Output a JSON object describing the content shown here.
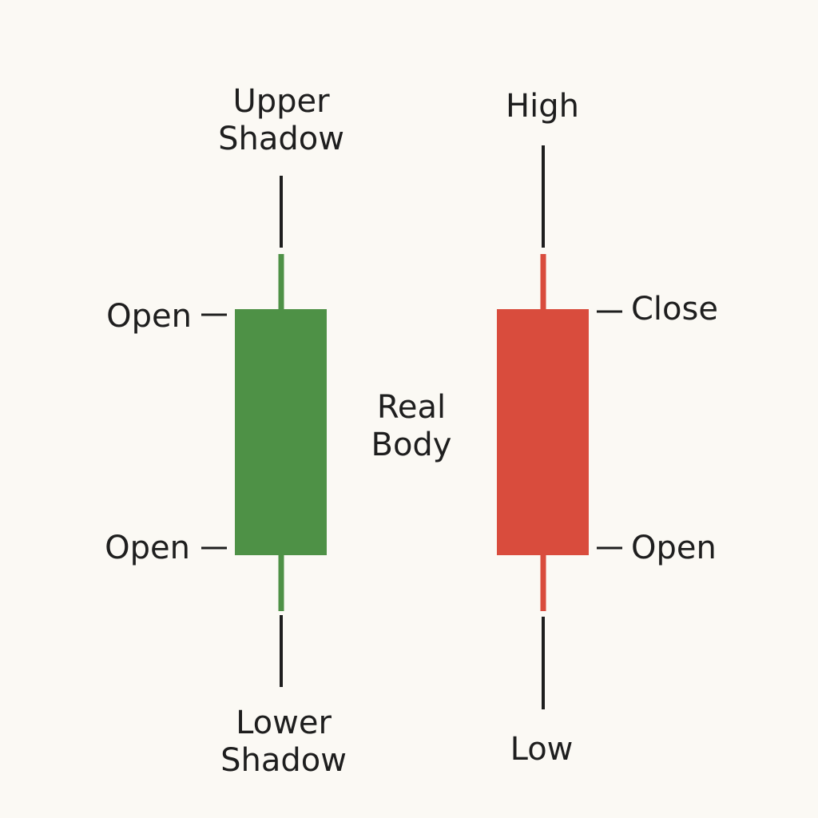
{
  "labels": {
    "upper_shadow_line1": "Upper",
    "upper_shadow_line2": "Shadow",
    "lower_shadow_line1": "Lower",
    "lower_shadow_line2": "Shadow",
    "real_body_line1": "Real",
    "real_body_line2": "Body",
    "bull_top": "Open",
    "bull_bottom": "Open",
    "bear_high": "High",
    "bear_close": "Close",
    "bear_open": "Open",
    "bear_low": "Low"
  },
  "colors": {
    "background": "#fbf9f4",
    "text": "#1e1e1e",
    "bullish_body": "#4e9146",
    "bearish_body": "#d94c3d",
    "leader_line": "#1e1e1e"
  },
  "icons": {
    "bullish_candle": "green-candlestick-icon",
    "bearish_candle": "red-candlestick-icon"
  }
}
